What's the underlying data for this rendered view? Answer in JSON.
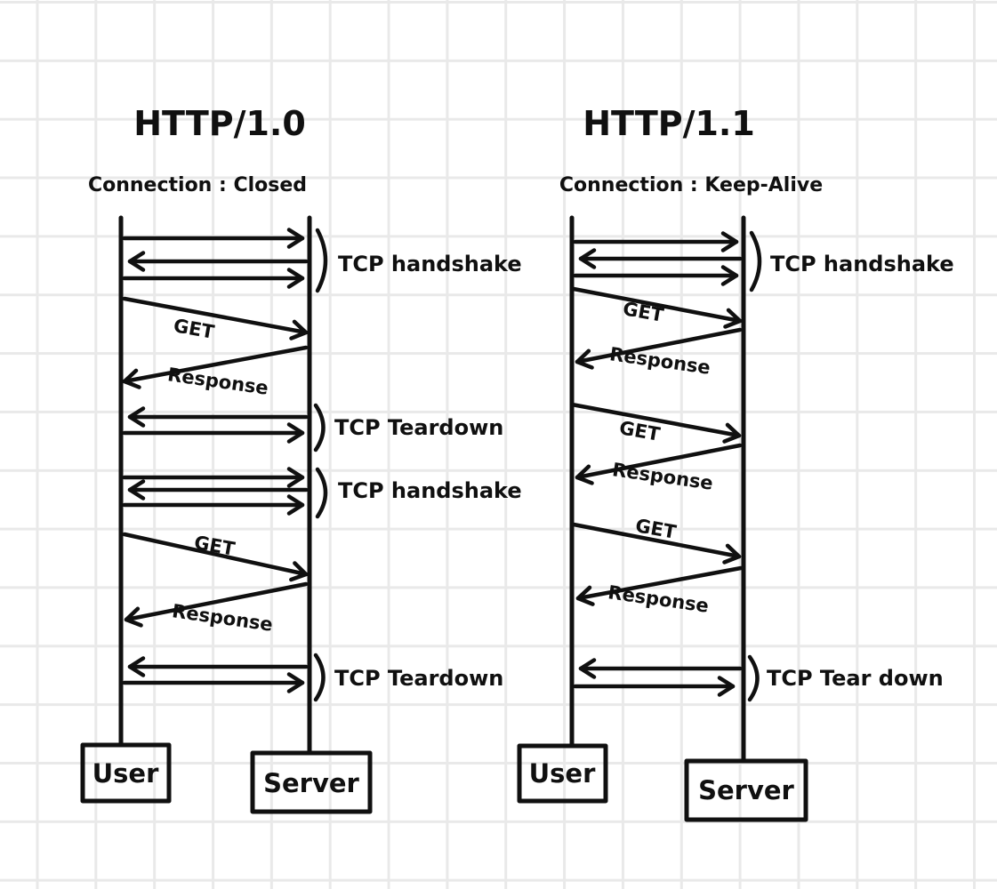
{
  "colors": {
    "ink": "#101010",
    "grid": "#e9e9e9",
    "paper": "#ffffff"
  },
  "http10": {
    "title": "HTTP/1.0",
    "subtitle": "Connection : Closed",
    "tcp_handshake_1": "TCP handshake",
    "get_1": "GET",
    "response_1": "Response",
    "tcp_teardown_1": "TCP Teardown",
    "tcp_handshake_2": "TCP handshake",
    "get_2": "GET",
    "response_2": "Response",
    "tcp_teardown_2": "TCP Teardown",
    "user": "User",
    "server": "Server"
  },
  "http11": {
    "title": "HTTP/1.1",
    "subtitle": "Connection : Keep-Alive",
    "tcp_handshake": "TCP handshake",
    "get_1": "GET",
    "response_1": "Response",
    "get_2": "GET",
    "response_2": "Response",
    "get_3": "GET",
    "response_3": "Response",
    "tcp_teardown": "TCP Tear down",
    "user": "User",
    "server": "Server"
  }
}
